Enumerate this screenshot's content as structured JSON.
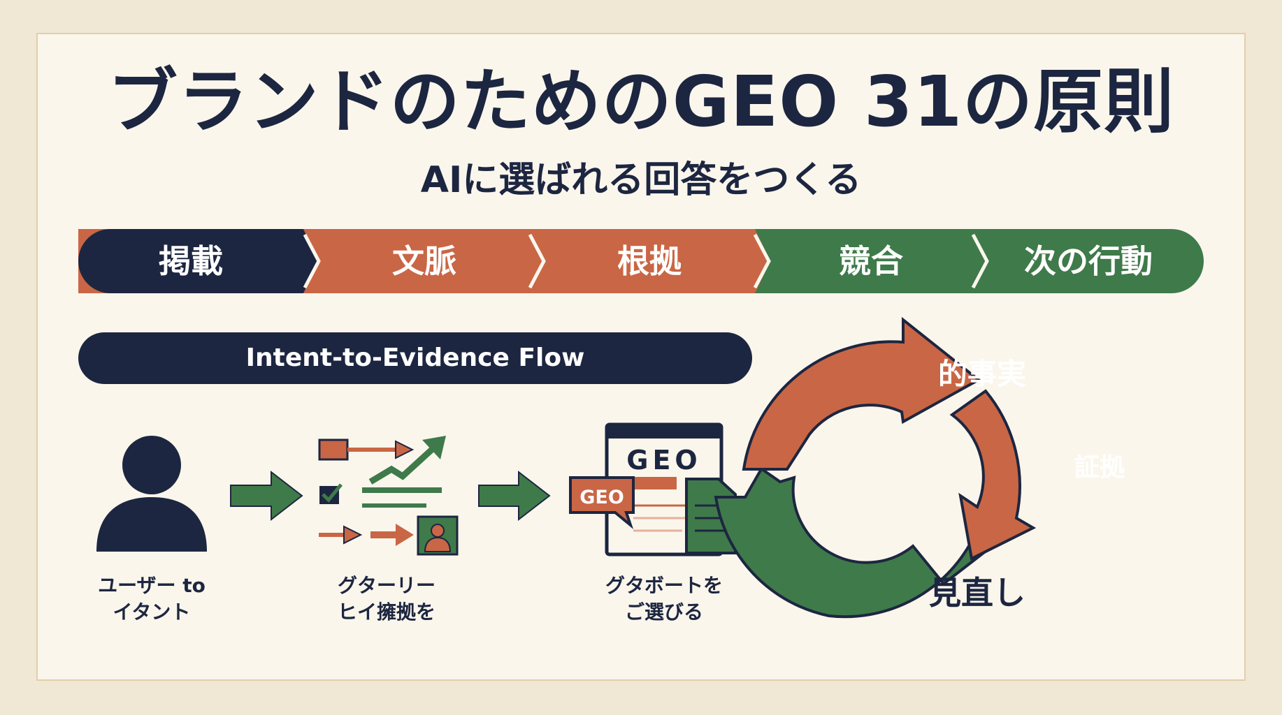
{
  "title": "ブランドのためのGEO 31の原則",
  "subtitle": "AIに選ばれる回答をつくる",
  "steps": [
    {
      "label": "掲載",
      "color": "#1d2640"
    },
    {
      "label": "文脈",
      "color": "#c96645"
    },
    {
      "label": "根拠",
      "color": "#c96645"
    },
    {
      "label": "競合",
      "color": "#3f7a4a"
    },
    {
      "label": "次の行動",
      "color": "#3f7a4a"
    }
  ],
  "flow": {
    "heading": "Intent-to-Evidence Flow",
    "stages": [
      {
        "icon": "user-icon",
        "caption_line1": "ユーザー to",
        "caption_line2": "イタント"
      },
      {
        "icon": "evidence-icon",
        "caption_line1": "グターリー",
        "caption_line2": "ヒイ擁拠を"
      },
      {
        "icon": "geo-page-icon",
        "caption_line1": "グタボートを",
        "caption_line2": "ご選びる"
      }
    ],
    "geo_page_title": "GEO",
    "geo_bubble_text": "GEO"
  },
  "cycle": {
    "labels": [
      "的事実",
      "証拠",
      "見直し"
    ],
    "colors": {
      "orange": "#c96645",
      "green": "#3f7a4a"
    }
  },
  "colors": {
    "navy": "#1d2640",
    "orange": "#c96645",
    "green": "#3f7a4a",
    "background": "#faf6ec"
  }
}
